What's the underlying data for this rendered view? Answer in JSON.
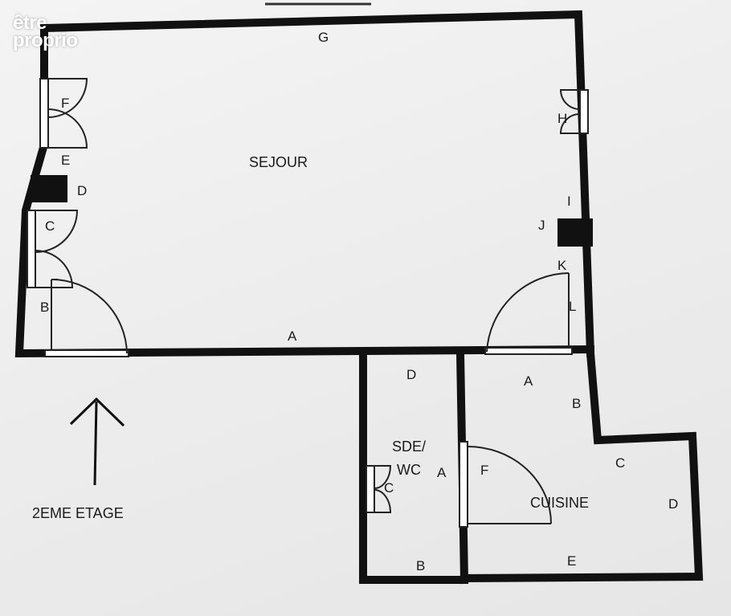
{
  "watermark": {
    "line1": "être",
    "line2": "proprio"
  },
  "floor_label": "2EME ETAGE",
  "rooms": {
    "sejour": "SEJOUR",
    "sde_line1": "SDE/",
    "sde_line2": "WC",
    "cuisine": "CUISINE"
  },
  "sejour_walls": {
    "a": "A",
    "b": "B",
    "c": "C",
    "d": "D",
    "e": "E",
    "f": "F",
    "g": "G",
    "h": "H",
    "i": "I",
    "j": "J",
    "k": "K",
    "l": "L"
  },
  "sde_walls": {
    "a": "A",
    "b": "B",
    "c": "C",
    "d": "D"
  },
  "cuisine_walls": {
    "a": "A",
    "b": "B",
    "c": "C",
    "d": "D",
    "e": "E",
    "f": "F"
  },
  "colors": {
    "wall": "#111111",
    "paper": "#f0f0f0"
  }
}
